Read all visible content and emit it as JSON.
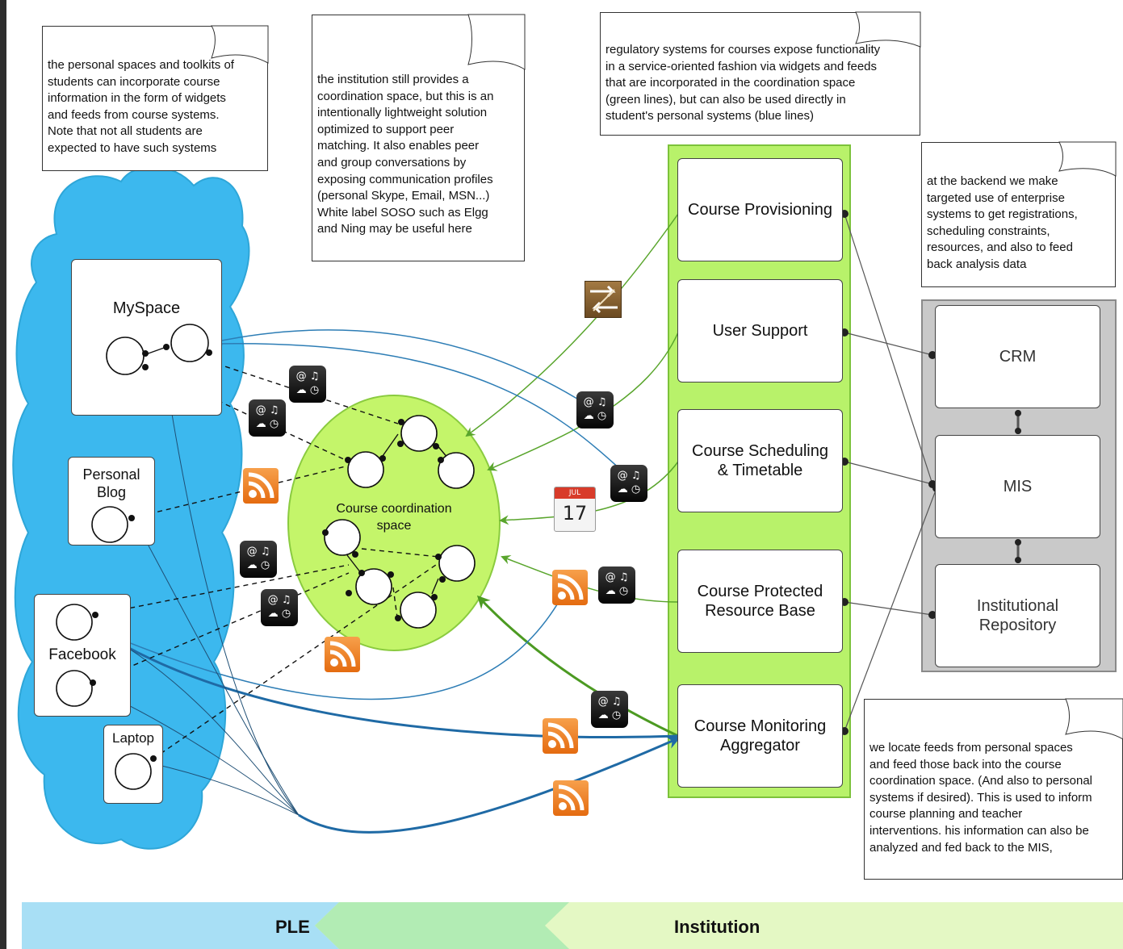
{
  "notes": {
    "personal_spaces": "the personal spaces and toolkits of\nstudents can incorporate course\ninformation in the form of widgets\nand feeds from course systems.\nNote that not all students are\nexpected to have such systems",
    "coordination_space": "the institution still provides a\ncoordination space, but this is an\nintentionally lightweight solution\noptimized to support peer\nmatching. It also enables peer\nand group conversations by\nexposing communication profiles\n(personal Skype, Email, MSN...)\nWhite label SOSO such as Elgg\nand Ning may be useful here",
    "regulatory": "regulatory systems for courses expose functionality\nin a service-oriented fashion via widgets and feeds\nthat are incorporated in the coordination space\n(green lines), but can also be used directly in\nstudent's personal systems (blue lines)",
    "backend": "at the backend we make\ntargeted use of enterprise\nsystems to get registrations,\nscheduling constraints,\nresources, and also to feed\nback analysis data",
    "feeds": "we locate feeds from personal spaces\nand feed those back into the course\ncoordination space. (And also to personal\nsystems if desired). This is used to inform\ncourse planning and teacher\ninterventions. his information can also be\nanalyzed and fed back to the MIS,"
  },
  "ple": {
    "myspace": "MySpace",
    "personal_blog": "Personal\nBlog",
    "facebook": "Facebook",
    "laptop": "Laptop"
  },
  "coordination": {
    "label": "Course coordination\nspace"
  },
  "course_systems": [
    {
      "label": "Course Provisioning"
    },
    {
      "label": "User Support"
    },
    {
      "label": "Course Scheduling\n& Timetable"
    },
    {
      "label": "Course Protected\nResource Base"
    },
    {
      "label": "Course Monitoring\nAggregator"
    }
  ],
  "backend_systems": [
    {
      "label": "CRM"
    },
    {
      "label": "MIS"
    },
    {
      "label": "Institutional\nRepository"
    }
  ],
  "calendar": {
    "day": "17",
    "month": "JUL"
  },
  "widget_glyphs": {
    "top": "@ ♫",
    "bottom": "☁ ◷"
  },
  "bands": {
    "ple": "PLE",
    "institution": "Institution"
  },
  "colors": {
    "cloud": "#3cb8ee",
    "coordination": "#c4f56a",
    "green_column": "#b8f26a",
    "green_line": "#59a52c",
    "blue_line": "#2d7db5",
    "backend_gray": "#c9c9c9",
    "band_ple": "#a8dff5",
    "band_mid": "#b2ecb4",
    "band_inst": "#e4f8c4"
  }
}
